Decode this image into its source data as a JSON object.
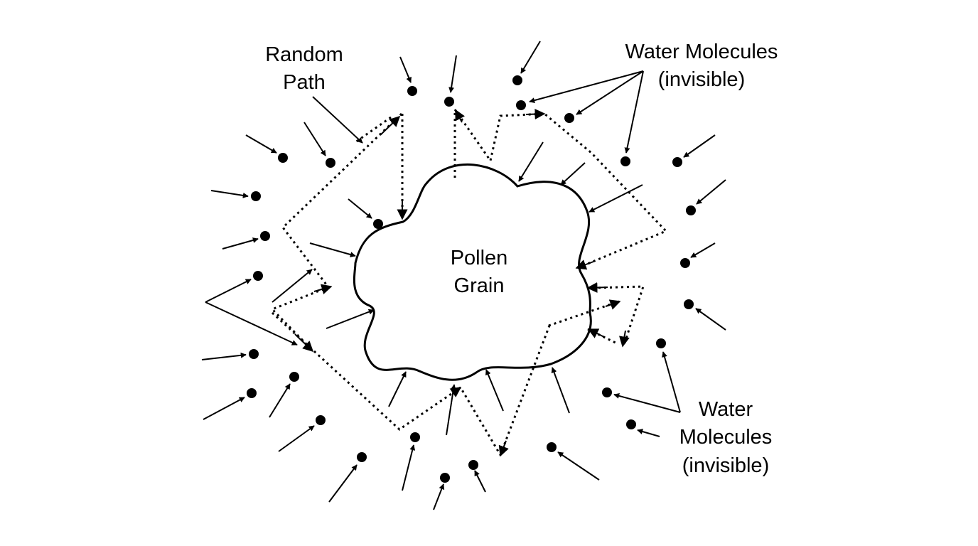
{
  "labels": {
    "random_path_line1": "Random",
    "random_path_line2": "Path",
    "water_top_line1": "Water Molecules",
    "water_top_line2": "(invisible)",
    "pollen_line1": "Pollen",
    "pollen_line2": "Grain",
    "water_bottom_line1": "Water",
    "water_bottom_line2": "Molecules",
    "water_bottom_line3": "(invisible)"
  },
  "colors": {
    "stroke": "#000000",
    "background": "#ffffff"
  }
}
